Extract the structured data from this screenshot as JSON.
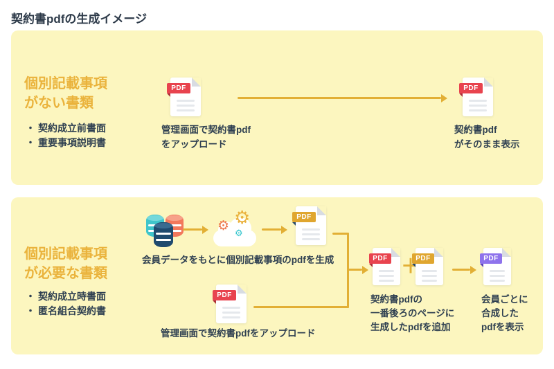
{
  "title": "契約書pdfの生成イメージ",
  "bullet_marker": "・",
  "pdf_label": "PDF",
  "plus": "＋",
  "colors": {
    "panel_bg": "#FCF6BF",
    "heading_amber": "#EAB33C",
    "arrow_amber": "#E2AF35",
    "text_navy": "#2F4051",
    "pdf_red": "#E8434E",
    "pdf_gold": "#E0A62F",
    "pdf_purple": "#8E73EC",
    "db_teal": "#3FC5CB",
    "db_coral": "#F2785C",
    "db_navy": "#1F4A6E"
  },
  "section1": {
    "heading_line1": "個別記載事項",
    "heading_line2": "がない書類",
    "bullets": [
      "契約成立前書面",
      "重要事項説明書"
    ],
    "upload_caption_line1": "管理画面で契約書pdf",
    "upload_caption_line2": "をアップロード",
    "result_caption_line1": "契約書pdf",
    "result_caption_line2": "がそのまま表示"
  },
  "section2": {
    "heading_line1": "個別記載事項",
    "heading_line2": "が必要な書類",
    "bullets": [
      "契約成立時書面",
      "匿名組合契約書"
    ],
    "generate_caption": "会員データをもとに個別記載事項のpdfを生成",
    "upload_caption": "管理画面で契約書pdfをアップロード",
    "merge_caption_line1": "契約書pdfの",
    "merge_caption_line2": "一番後ろのページに",
    "merge_caption_line3": "生成したpdfを追加",
    "result_caption_line1": "会員ごとに",
    "result_caption_line2": "合成した",
    "result_caption_line3": "pdfを表示"
  }
}
